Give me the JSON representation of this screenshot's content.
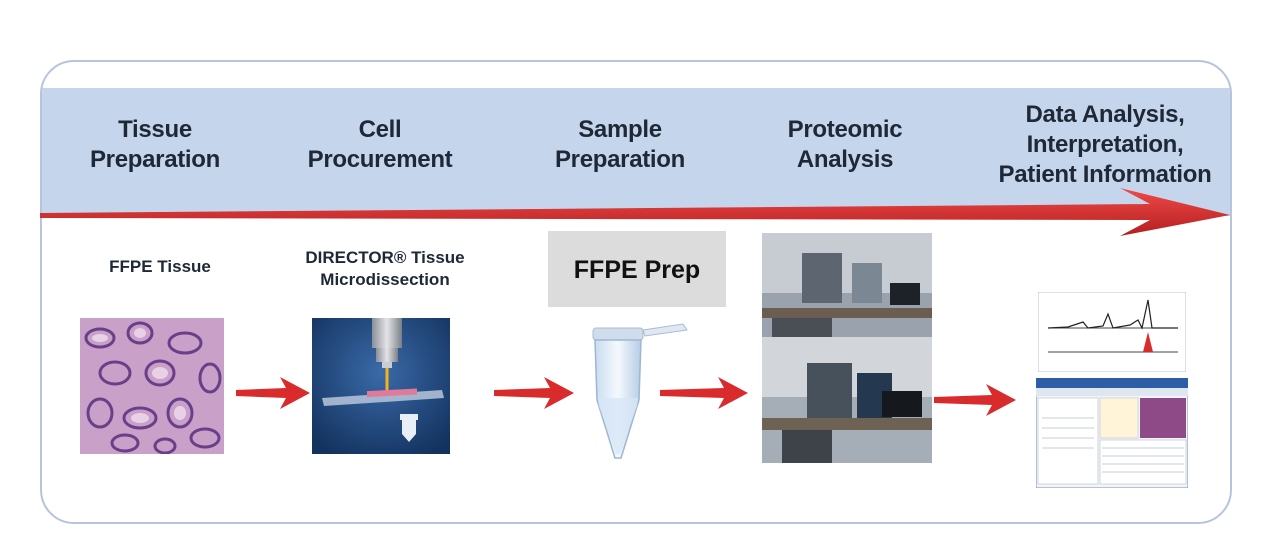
{
  "stages": [
    {
      "title": "Tissue\nPreparation"
    },
    {
      "title": "Cell\nProcurement"
    },
    {
      "title": "Sample\nPreparation"
    },
    {
      "title": "Proteomic\nAnalysis"
    },
    {
      "title": "Data Analysis,\nInterpretation,\nPatient Information"
    }
  ],
  "items": {
    "tissue_label": "FFPE Tissue",
    "director_label": "DIRECTOR® Tissue\nMicrodissection",
    "prep_label": "FFPE Prep"
  },
  "colors": {
    "band": "#c5d6ec",
    "frame_border": "#b7c4dc",
    "arrow_red": "#d92b2b",
    "dark_text": "#1e2836"
  }
}
